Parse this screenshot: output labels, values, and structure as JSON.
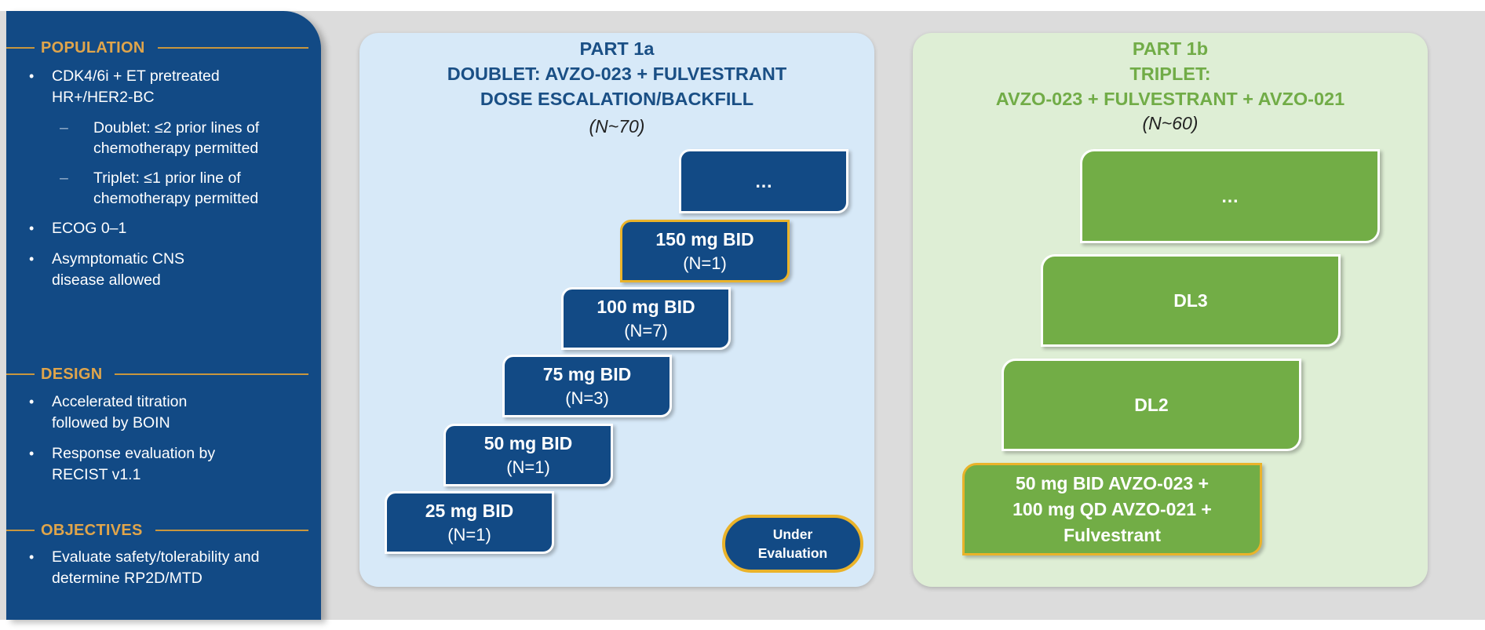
{
  "sidebar": {
    "population": {
      "title": "POPULATION",
      "items": [
        {
          "text": "CDK4/6i + ET pretreated HR+/HER2-BC"
        },
        {
          "sub": "Doublet: ≤2 prior lines of chemotherapy permitted"
        },
        {
          "sub": "Triplet: ≤1 prior line of chemotherapy permitted"
        },
        {
          "text": "ECOG 0–1"
        },
        {
          "text": "Asymptomatic CNS disease allowed"
        }
      ]
    },
    "design": {
      "title": "DESIGN",
      "items": [
        "Accelerated titration followed by BOIN",
        "Response evaluation by RECIST v1.1"
      ]
    },
    "objectives": {
      "title": "OBJECTIVES",
      "items": [
        "Evaluate safety/tolerability and determine RP2D/MTD"
      ]
    }
  },
  "part1a": {
    "title_lines": [
      "PART 1a",
      "DOUBLET: AVZO-023 + FULVESTRANT",
      "DOSE ESCALATION/BACKFILL"
    ],
    "n": "(N~70)",
    "doses": [
      {
        "dose": "25 mg BID",
        "n": "(N=1)"
      },
      {
        "dose": "50 mg BID",
        "n": "(N=1)"
      },
      {
        "dose": "75 mg BID",
        "n": "(N=3)"
      },
      {
        "dose": "100 mg BID",
        "n": "(N=7)"
      },
      {
        "dose": "150 mg BID",
        "n": "(N=1)"
      },
      {
        "dose": "…",
        "n": ""
      }
    ],
    "legend": [
      "Under",
      "Evaluation"
    ]
  },
  "part1b": {
    "title_lines": [
      "PART 1b",
      "TRIPLET:",
      "AVZO-023 + FULVESTRANT + AVZO-021"
    ],
    "n": "(N~60)",
    "levels": [
      [
        "50 mg BID AVZO-023 +",
        "100 mg QD AVZO-021 +",
        "Fulvestrant"
      ],
      [
        "DL2"
      ],
      [
        "DL3"
      ],
      [
        "…"
      ]
    ]
  },
  "colors": {
    "navy": "#124a85",
    "green": "#72ad46",
    "gold_accent": "#e0a54b",
    "under_evaluation_border": "#eab32a"
  }
}
